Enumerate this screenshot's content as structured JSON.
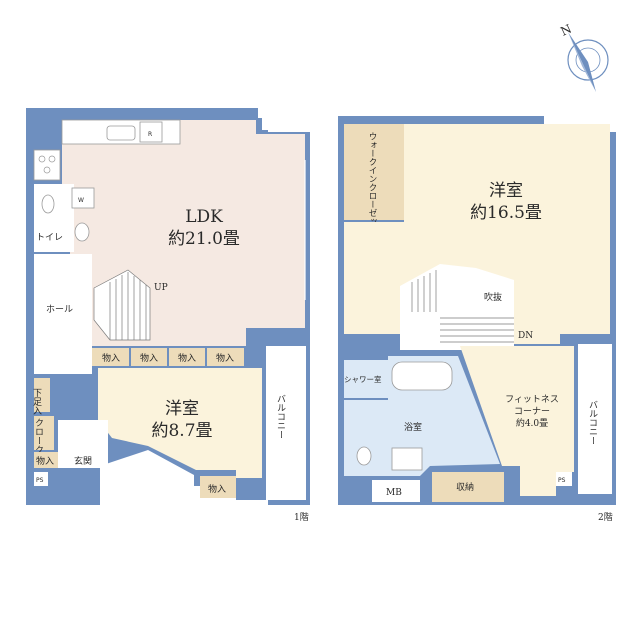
{
  "floor1": {
    "ldk_name": "LDK",
    "ldk_area": "約21.0畳",
    "up_label": "UP",
    "r_label": "R",
    "w_label": "W",
    "toilet_label": "トイレ",
    "hall_label": "ホール",
    "storage_labels": [
      "物入",
      "物入",
      "物入",
      "物入"
    ],
    "western_name": "洋室",
    "western_area": "約8.7畳",
    "balcony_label": "バルコニー",
    "shoe_label": "下足入",
    "cloak_label": "クローク",
    "storage_entry": "物入",
    "entrance_label": "玄関",
    "ps_label": "PS",
    "bay_storage": "物入",
    "floor_label": "1階"
  },
  "floor2": {
    "walkin_label": "ウォークインクローゼット",
    "western_name": "洋室",
    "western_area": "約16.5畳",
    "void_label": "吹抜",
    "dn_label": "DN",
    "shower_label": "シャワー室",
    "bath_label": "浴室",
    "fitness_line1": "フィットネス",
    "fitness_line2": "コーナー",
    "fitness_area": "約4.0畳",
    "balcony_label": "バルコニー",
    "mb_label": "MB",
    "storage_label": "収納",
    "ps_label": "PS",
    "floor_label": "2階"
  },
  "compass": {
    "north_label": "N"
  },
  "colors": {
    "wall": "#6e8fbf",
    "ldk_floor": "#f5e9e2",
    "room_floor": "#fbf3dc",
    "storage_floor": "#eddcba",
    "bath_floor": "#dce9f6",
    "balcony_floor": "#ffffff"
  }
}
